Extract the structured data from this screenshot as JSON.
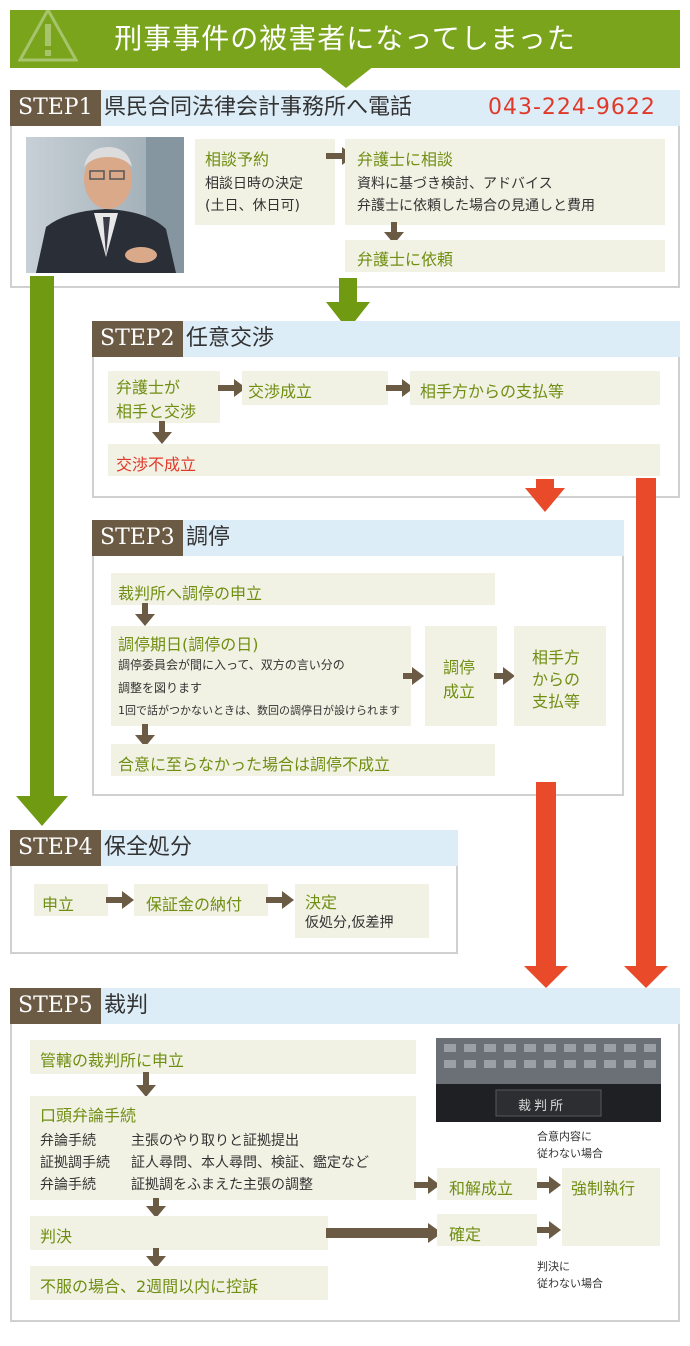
{
  "banner": {
    "title": "刑事事件の被害者になってしまった"
  },
  "step1": {
    "label": "STEP1",
    "title": "県民合同法律会計事務所へ電話",
    "phone": "043-224-9622",
    "consult_reserve": {
      "title": "相談予約",
      "lines": [
        "相談日時の決定",
        "(土日、休日可)"
      ]
    },
    "consult_lawyer": {
      "title": "弁護士に相談",
      "lines": [
        "資料に基づき検討、アドバイス",
        "弁護士に依頼した場合の見通しと費用"
      ]
    },
    "request_lawyer": "弁護士に依頼"
  },
  "step2": {
    "label": "STEP2",
    "title": "任意交渉",
    "negotiation_lines": [
      "弁護士が",
      "相手と交渉"
    ],
    "success": "交渉成立",
    "payment": "相手方からの支払等",
    "failure": "交渉不成立"
  },
  "step3": {
    "label": "STEP3",
    "title": "調停",
    "apply": "裁判所へ調停の申立",
    "date_title": "調停期日(調停の日)",
    "date_lines": [
      "調停委員会が間に入って、双方の言い分の",
      "調整を図ります",
      "1回で話がつかないときは、数回の調停日が設けられます"
    ],
    "success_lines": [
      "調停",
      "成立"
    ],
    "payment_lines": [
      "相手方",
      "からの",
      "支払等"
    ],
    "failure": "合意に至らなかった場合は調停不成立"
  },
  "step4": {
    "label": "STEP4",
    "title": "保全処分",
    "apply": "申立",
    "deposit": "保証金の納付",
    "decision_title": "決定",
    "decision_detail": "仮処分,仮差押"
  },
  "step5": {
    "label": "STEP5",
    "title": "裁判",
    "apply": "管轄の裁判所に申立",
    "oral_title": "口頭弁論手続",
    "oral_rows": [
      {
        "name": "弁論手続",
        "desc": "主張のやり取りと証拠提出"
      },
      {
        "name": "証拠調手続",
        "desc": "証人尋問、本人尋問、検証、鑑定など"
      },
      {
        "name": "弁論手続",
        "desc": "証拠調をふまえた主張の調整"
      }
    ],
    "judgment": "判決",
    "appeal": "不服の場合、2週間以内に控訴",
    "settlement": "和解成立",
    "finalized": "確定",
    "enforcement": "強制執行",
    "note_settlement": [
      "合意内容に",
      "従わない場合"
    ],
    "note_judgment": [
      "判決に",
      "従わない場合"
    ],
    "court_sign": "裁判所"
  },
  "colors": {
    "green": "#79a41c",
    "brown": "#6b5b45",
    "red": "#e84a2a",
    "light_blue": "#dcedf8",
    "box": "#f2f2e4"
  }
}
